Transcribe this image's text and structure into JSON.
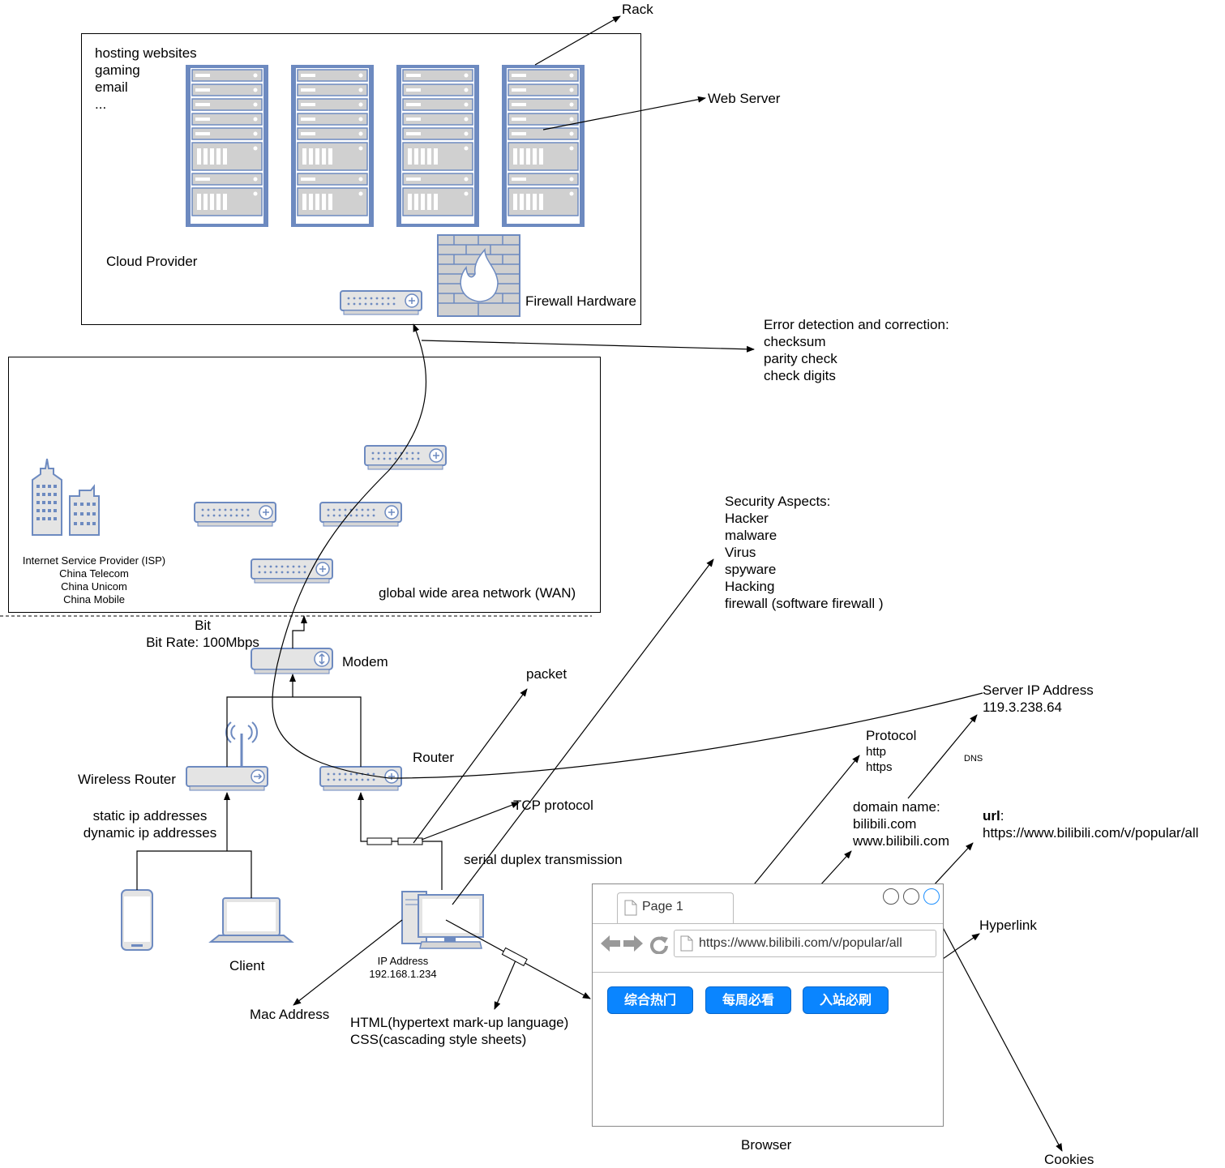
{
  "cloud": {
    "services": [
      "hosting websites",
      "gaming",
      "email",
      "..."
    ],
    "title": "Cloud Provider",
    "firewall": "Firewall Hardware",
    "rack_label": "Rack",
    "web_server_label": "Web Server"
  },
  "error_detection": {
    "title": "Error detection and correction:",
    "items": [
      "checksum",
      "parity check",
      "check digits"
    ]
  },
  "wan": {
    "isp": [
      "Internet Service Provider (ISP)",
      "China Telecom",
      "China Unicom",
      "China Mobile"
    ],
    "title": "global wide area network (WAN)"
  },
  "security": {
    "title": "Security Aspects:",
    "items": [
      "Hacker",
      "malware",
      "Virus",
      "spyware",
      "Hacking",
      "firewall (software firewall )"
    ]
  },
  "local": {
    "bit": "Bit",
    "bit_rate": "Bit Rate: 100Mbps",
    "modem": "Modem",
    "packet": "packet",
    "router": "Router",
    "wireless_router": "Wireless Router",
    "ip_modes": [
      "static ip addresses",
      "dynamic ip addresses"
    ],
    "tcp": "TCP protocol",
    "serial": "serial duplex transmission",
    "client": "Client",
    "ip_label": "IP Address",
    "ip_value": "192.168.1.234",
    "mac": "Mac Address",
    "html_css": [
      "HTML(hypertext mark-up language)",
      "CSS(cascading style sheets)"
    ]
  },
  "web": {
    "server_ip_label": "Server IP Address",
    "server_ip": "119.3.238.64",
    "protocol_title": "Protocol",
    "protocols": [
      "http",
      "https"
    ],
    "dns": "DNS",
    "domain_title": "domain name:",
    "domains": [
      "bilibili.com",
      "www.bilibili.com"
    ],
    "url_bold": "url",
    "url_colon": ":",
    "url_value": "https://www.bilibili.com/v/popular/all",
    "hyperlink": "Hyperlink",
    "cookies": "Cookies"
  },
  "browser": {
    "tab": "Page 1",
    "address": "https://www.bilibili.com/v/popular/all",
    "buttons": [
      "综合热门",
      "每周必看",
      "入站必刷"
    ],
    "caption": "Browser"
  },
  "colors": {
    "device": "#6d8ac0",
    "chip": "#0a85ff"
  }
}
